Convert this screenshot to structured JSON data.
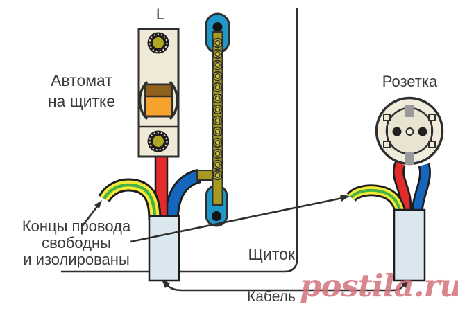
{
  "labels": {
    "terminal_marking": "L",
    "breaker_line1": "Автомат",
    "breaker_line2": "на щитке",
    "socket": "Розетка",
    "ends_line1": "Концы провода",
    "ends_line2": "свободны",
    "ends_line3": "и изолированы",
    "panel": "Щиток",
    "cable": "Кабель",
    "watermark": "postila.ru"
  },
  "colors": {
    "ink": "#2f2f2f",
    "text": "#3a3a3a",
    "wire_red": "#e32b2b",
    "wire_blue": "#1766bd",
    "wire_yellow": "#f3ea35",
    "wire_green": "#43b249",
    "busbar_blue": "#2097c9",
    "busbar_gold": "#a69b20",
    "busbar_gold_light": "#cfc531",
    "device_cream": "#efe9d7",
    "socket_inner": "#e9e4d1",
    "sheath_blue": "#dbe7ee",
    "lever_orange": "#f5a32e",
    "lever_brown": "#8f611c",
    "tab_gray": "#9a9a9a",
    "watermark_rose": "#d4717c"
  }
}
